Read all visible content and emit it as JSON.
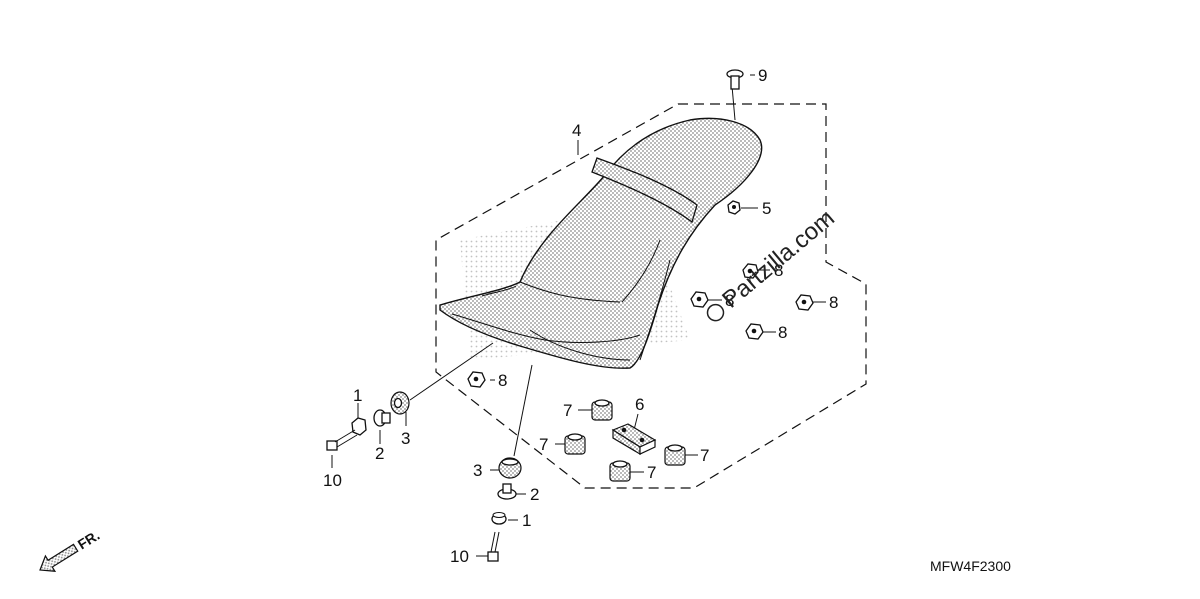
{
  "diagram": {
    "callouts": {
      "c1a": "1",
      "c1b": "1",
      "c2a": "2",
      "c2b": "2",
      "c3a": "3",
      "c3b": "3",
      "c4": "4",
      "c5": "5",
      "c6": "6",
      "c7a": "7",
      "c7b": "7",
      "c7c": "7",
      "c7d": "7",
      "c8a": "8",
      "c8b": "8",
      "c8c": "8",
      "c8d": "8",
      "c8e": "8",
      "c9": "9",
      "c10a": "10",
      "c10b": "10"
    },
    "front_marker": "FR.",
    "drawing_code": "MFW4F2300",
    "watermark": "Partzilla.com"
  }
}
